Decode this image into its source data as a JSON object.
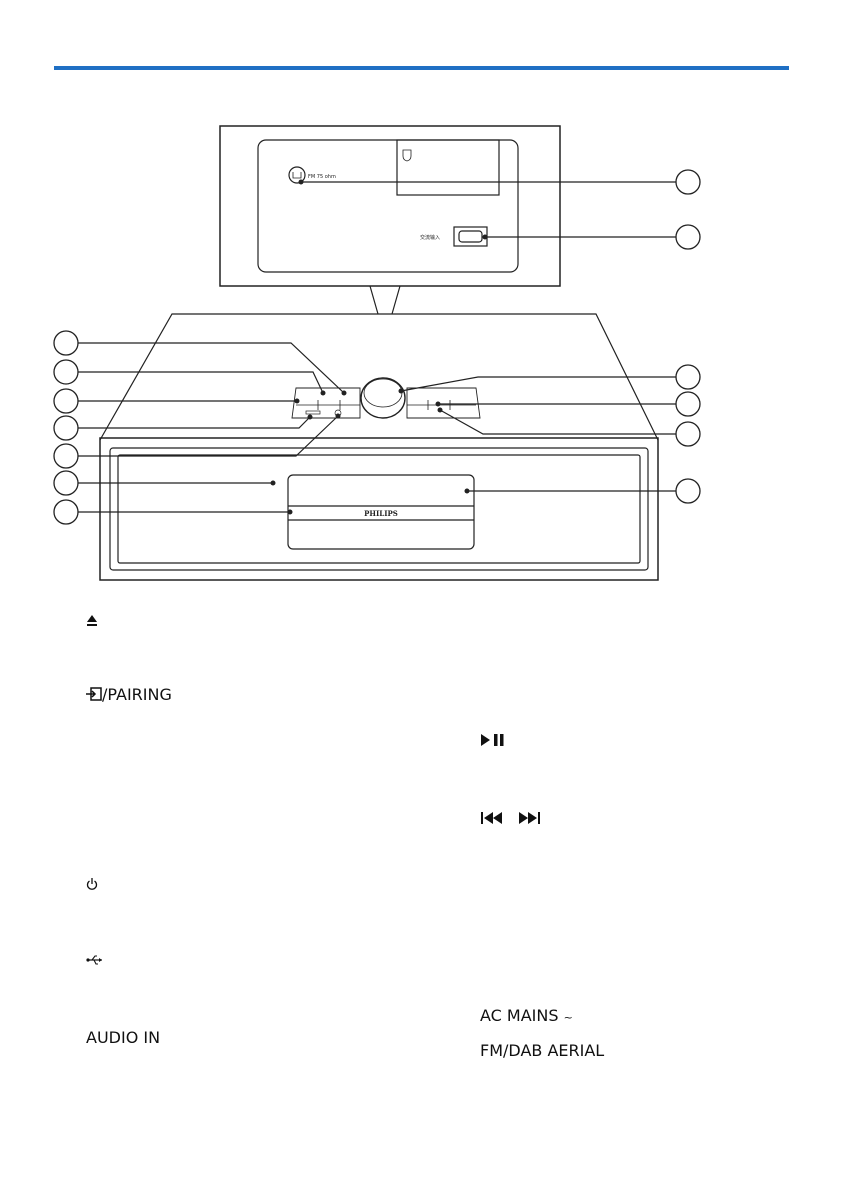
{
  "device": {
    "brand": "PHILIPS",
    "antenna_socket_text": "FM 75 ohm",
    "ac_socket_text": "交流输入"
  },
  "labels": {
    "eject": "",
    "source_pairing": "/PAIRING",
    "play_pause": "",
    "prev_next": "",
    "power": "",
    "usb": "",
    "audio_in": "AUDIO IN",
    "ac_mains": "AC MAINS",
    "ac_tilde": "~",
    "fm_dab_aerial": "FM/DAB AERIAL"
  },
  "colors": {
    "accent_rule": "#1f6fc4",
    "line": "#222222"
  },
  "icons": [
    "eject-icon",
    "source-input-icon",
    "play-pause-icon",
    "previous-icon",
    "next-icon",
    "power-icon",
    "usb-icon",
    "philips-shield-icon"
  ]
}
